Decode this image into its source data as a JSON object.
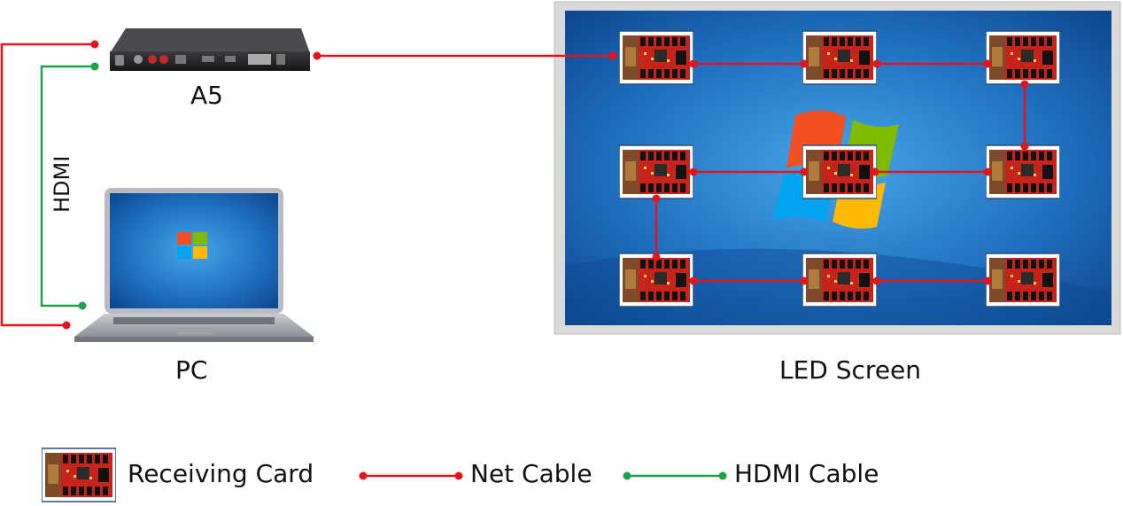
{
  "labels": {
    "device": "A5",
    "pc": "PC",
    "screen": "LED Screen",
    "hdmi_vertical": "HDMI"
  },
  "legend": {
    "receiving_card": "Receiving Card",
    "net_cable": "Net Cable",
    "hdmi_cable": "HDMI Cable"
  },
  "colors": {
    "net_cable": "#e3141b",
    "hdmi_cable": "#1aa34a",
    "screen_frame": "#d7d7d7",
    "screen_bg": "#1f6fbf",
    "card_red": "#d8291f"
  },
  "icons": {
    "device": "media-player-box-icon",
    "pc": "laptop-icon",
    "card": "receiving-card-icon"
  }
}
